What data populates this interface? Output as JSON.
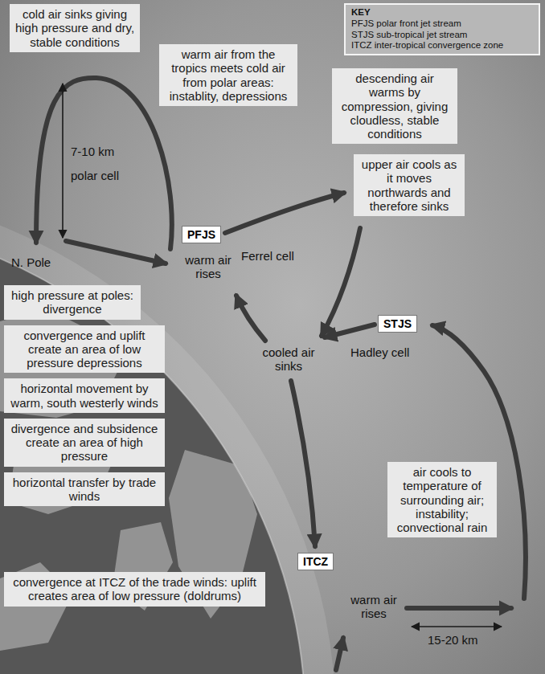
{
  "diagram": {
    "nodes": [
      {
        "text": [
          "cold air sinks giving high pressure and dry, stable conditions"
        ]
      },
      {
        "text": [
          "warm air from the tropics meets cold air from polar areas: instablity, depressions"
        ]
      },
      {
        "text": [
          "KEY",
          "PFJS polar front jet stream",
          "STJS sub-tropical jet stream",
          "ITCZ inter-tropical convergence zone"
        ]
      },
      {
        "text": [
          "descending air warms by compression, giving cloudless, stable conditions"
        ]
      },
      {
        "text": [
          "upper air cools as it moves northwards and therefore sinks"
        ]
      },
      {
        "text": [
          "PFJS"
        ]
      },
      {
        "text": [
          "high pressure at poles: divergence"
        ]
      },
      {
        "text": [
          "STJS"
        ]
      },
      {
        "text": [
          "convergence and uplift create an area of low pressure depressions"
        ]
      },
      {
        "text": [
          "horizontal movement by warm, south westerly winds"
        ]
      },
      {
        "text": [
          "divergence and subsidence create an area of high pressure"
        ]
      },
      {
        "text": [
          "horizontal transfer by trade winds"
        ]
      },
      {
        "text": [
          "air cools to temperature of surrounding air; instability; convectional rain"
        ]
      },
      {
        "text": [
          "ITCZ"
        ]
      },
      {
        "text": [
          "convergence at ITCZ of the trade winds: uplift creates area of low pressure (doldrums)"
        ]
      }
    ],
    "labels": [
      "7-10 km",
      "polar cell",
      "N. Pole",
      "warm air rises",
      "Ferrel cell",
      "cooled air sinks",
      "Hadley cell",
      "warm air rises",
      "15-20 km"
    ]
  }
}
